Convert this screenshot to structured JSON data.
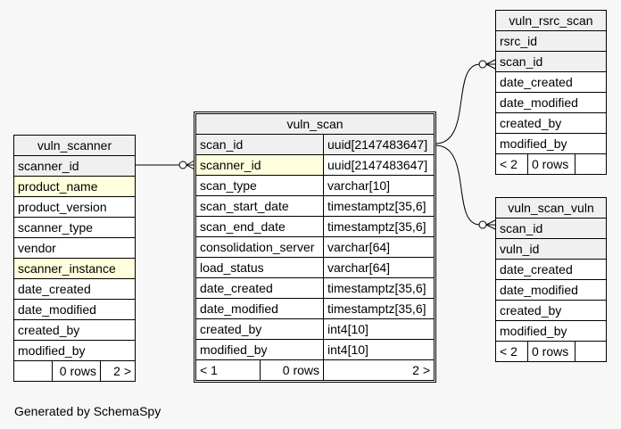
{
  "tables": {
    "vuln_scanner": {
      "name": "vuln_scanner",
      "columns": [
        "scanner_id",
        "product_name",
        "product_version",
        "scanner_type",
        "vendor",
        "scanner_instance",
        "date_created",
        "date_modified",
        "created_by",
        "modified_by"
      ],
      "footer": [
        "",
        "0 rows",
        "2 >"
      ]
    },
    "vuln_scan": {
      "name": "vuln_scan",
      "columns": [
        {
          "name": "scan_id",
          "type": "uuid[2147483647]"
        },
        {
          "name": "scanner_id",
          "type": "uuid[2147483647]"
        },
        {
          "name": "scan_type",
          "type": "varchar[10]"
        },
        {
          "name": "scan_start_date",
          "type": "timestamptz[35,6]"
        },
        {
          "name": "scan_end_date",
          "type": "timestamptz[35,6]"
        },
        {
          "name": "consolidation_server",
          "type": "varchar[64]"
        },
        {
          "name": "load_status",
          "type": "varchar[64]"
        },
        {
          "name": "date_created",
          "type": "timestamptz[35,6]"
        },
        {
          "name": "date_modified",
          "type": "timestamptz[35,6]"
        },
        {
          "name": "created_by",
          "type": "int4[10]"
        },
        {
          "name": "modified_by",
          "type": "int4[10]"
        }
      ],
      "footer": [
        "< 1",
        "0 rows",
        "2 >"
      ]
    },
    "vuln_rsrc_scan": {
      "name": "vuln_rsrc_scan",
      "columns": [
        "rsrc_id",
        "scan_id",
        "date_created",
        "date_modified",
        "created_by",
        "modified_by"
      ],
      "footer": [
        "< 2",
        "0 rows",
        ""
      ]
    },
    "vuln_scan_vuln": {
      "name": "vuln_scan_vuln",
      "columns": [
        "scan_id",
        "vuln_id",
        "date_created",
        "date_modified",
        "created_by",
        "modified_by"
      ],
      "footer": [
        "< 2",
        "0 rows",
        ""
      ]
    }
  },
  "footer_text": "Generated by SchemaSpy"
}
